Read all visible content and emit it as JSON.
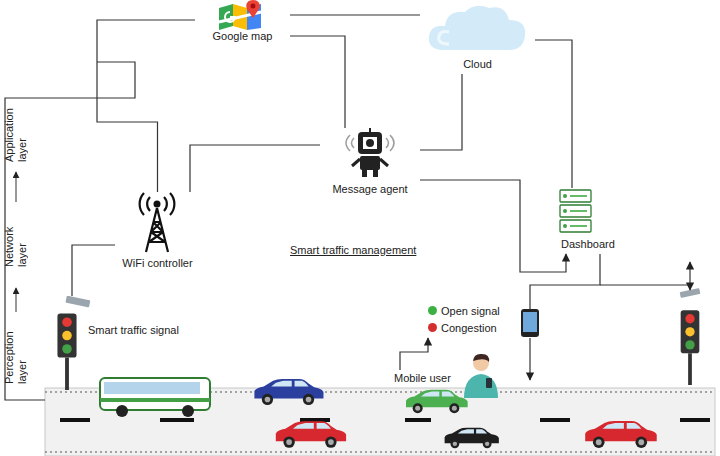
{
  "diagram": {
    "nodes": [
      {
        "text": [
          "Google map"
        ]
      },
      {
        "text": [
          "Cloud"
        ]
      },
      {
        "text": [
          "Message agent"
        ]
      },
      {
        "text": [
          "WiFi controller"
        ]
      },
      {
        "text": [
          "Dashboard"
        ]
      },
      {
        "text": [
          "Smart traffic signal"
        ]
      },
      {
        "text": [
          "Mobile user"
        ]
      }
    ],
    "edges": [
      {
        "from": 0,
        "to": 1,
        "arrow": "none"
      },
      {
        "from": 0,
        "to": 3,
        "arrow": "none"
      },
      {
        "from": 0,
        "to": 2,
        "arrow": "none"
      },
      {
        "from": 1,
        "to": 2,
        "arrow": "none"
      },
      {
        "from": 1,
        "to": 4,
        "arrow": "none"
      },
      {
        "from": 2,
        "to": 3,
        "arrow": "none"
      },
      {
        "from": 2,
        "to": 4,
        "arrow": "to"
      },
      {
        "from": 3,
        "to": 5,
        "arrow": "none"
      }
    ],
    "labels": [
      "Application layer",
      "Network layer",
      "Perception layer",
      "Smart traffic management"
    ],
    "legend": [
      {
        "text": "Open signal",
        "color": "#3cb043"
      },
      {
        "text": "Congestion",
        "color": "#d32f2f"
      }
    ]
  }
}
